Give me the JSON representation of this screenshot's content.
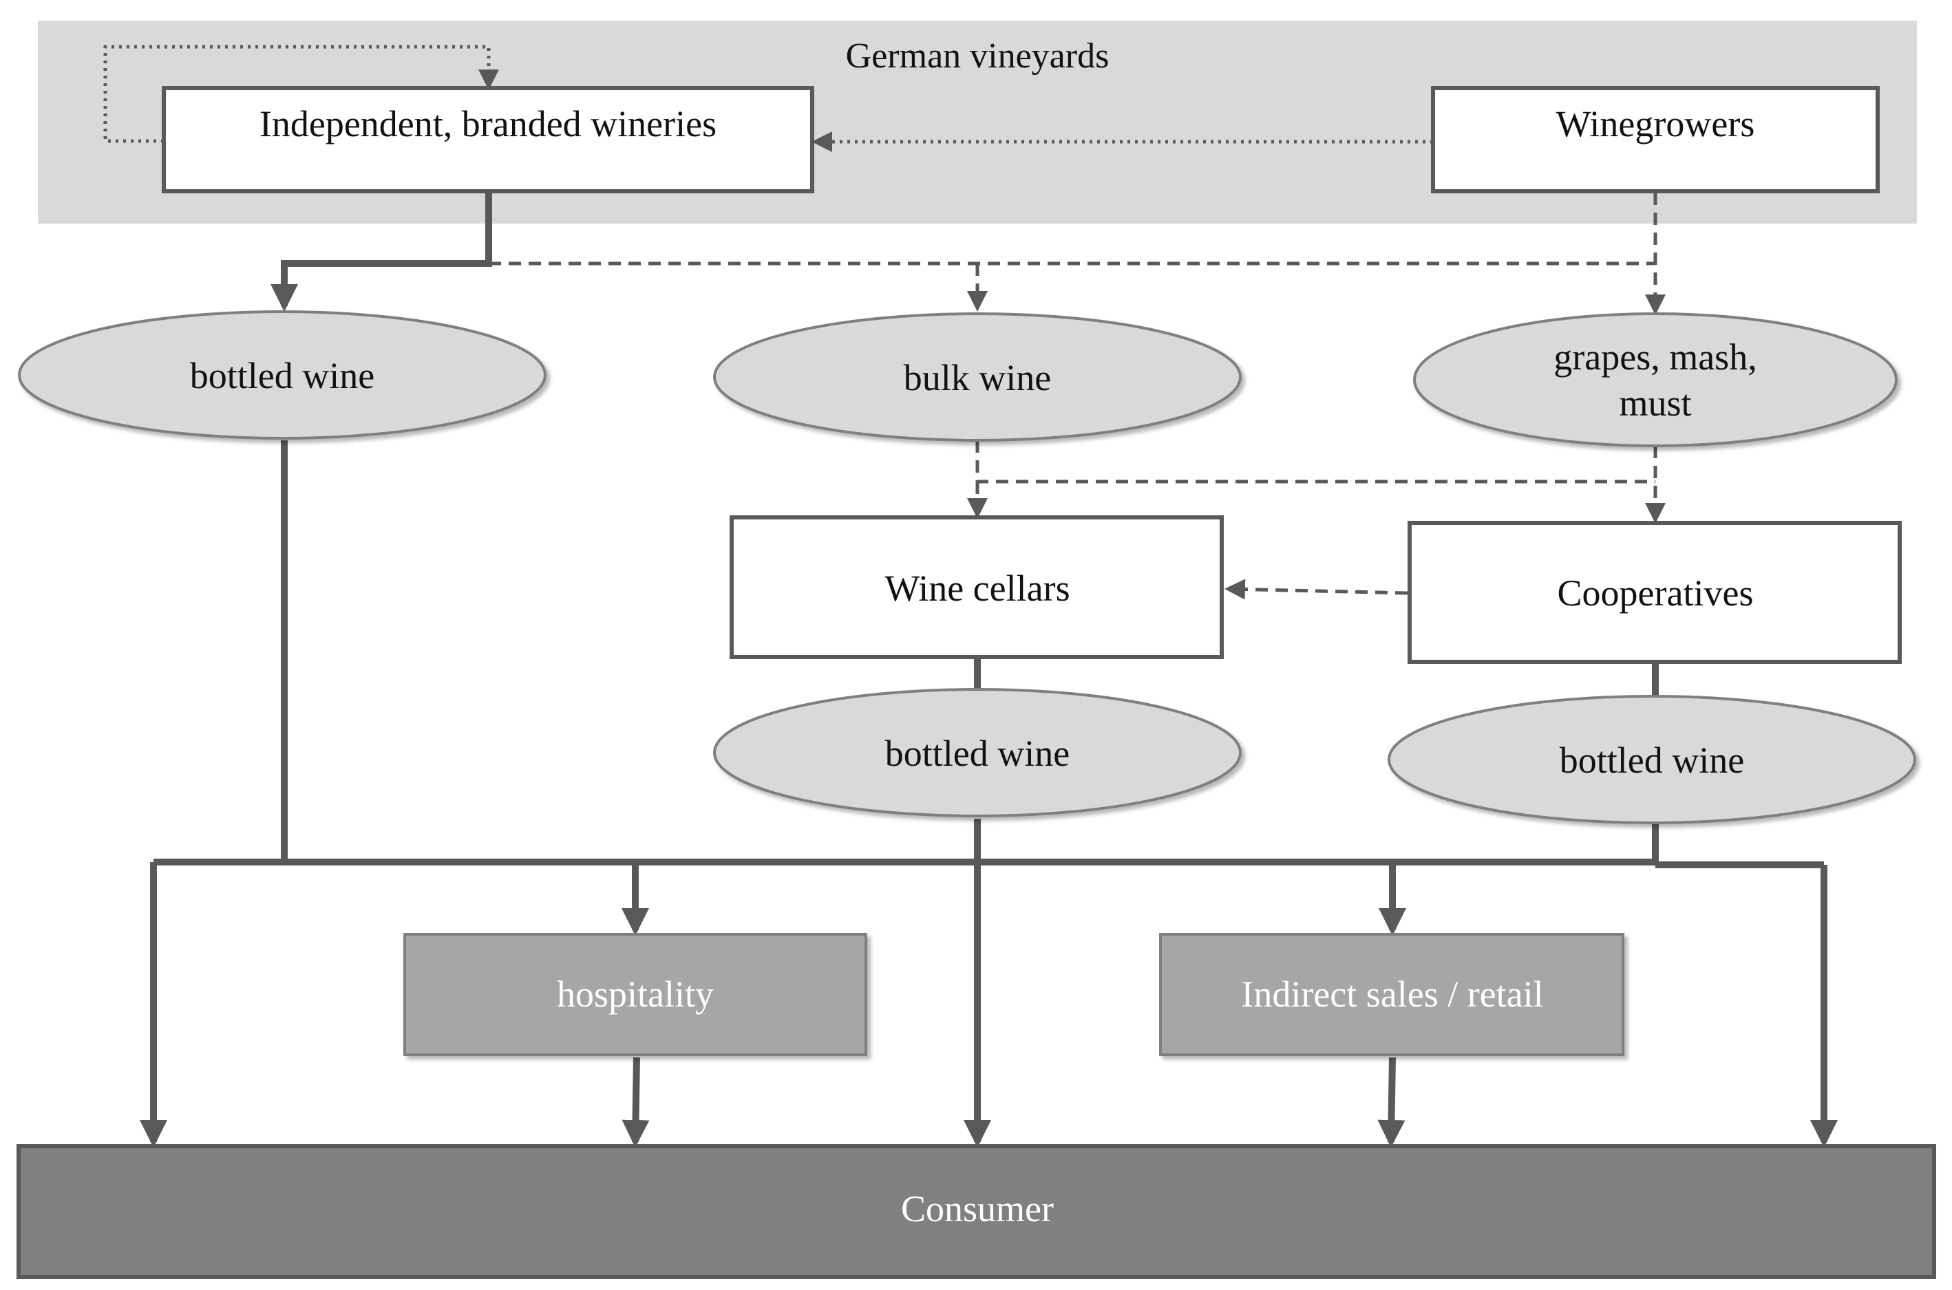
{
  "region": {
    "label": "German vineyards"
  },
  "nodes": {
    "independent_wineries": "Independent, branded wineries",
    "winegrowers": "Winegrowers",
    "bottled_wine_left": "bottled wine",
    "bulk_wine": "bulk wine",
    "grapes_line1": "grapes, mash,",
    "grapes_line2": "must",
    "wine_cellars": "Wine cellars",
    "cooperatives": "Cooperatives",
    "bottled_wine_cellars": "bottled wine",
    "bottled_wine_coops": "bottled wine",
    "hospitality": "hospitality",
    "indirect_sales": "Indirect sales / retail",
    "consumer": "Consumer"
  },
  "colors": {
    "region_bg": "#d9d9d9",
    "ellipse_fill": "#d9d9d9",
    "mid_box_fill": "#a6a6a6",
    "consumer_fill": "#808080",
    "line": "#595959"
  }
}
